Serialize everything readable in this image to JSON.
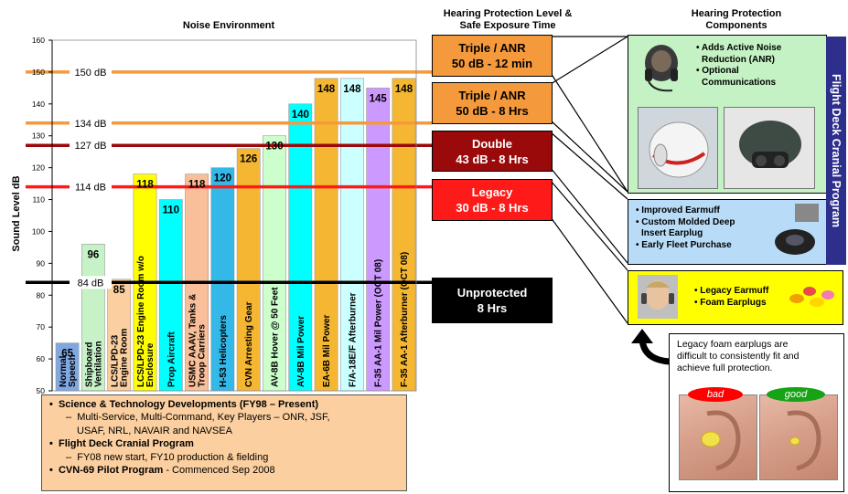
{
  "headings": {
    "noise": "Noise Environment",
    "protection_line1": "Hearing Protection Level &",
    "protection_line2": "Safe Exposure Time",
    "components_line1": "Hearing Protection",
    "components_line2": "Components"
  },
  "chart_data": {
    "type": "bar",
    "ylabel": "Sound Level dB",
    "ylim": [
      50,
      160
    ],
    "yticks": [
      50,
      60,
      70,
      80,
      90,
      100,
      110,
      120,
      130,
      140,
      150,
      160
    ],
    "grid": false,
    "bars": [
      {
        "label": [
          "Normal",
          "Speech"
        ],
        "value": 65,
        "color": "#7fa7e0"
      },
      {
        "label": [
          "Shipboard",
          "Ventilation"
        ],
        "value": 96,
        "color": "#c7f2c7"
      },
      {
        "label": [
          "LCS/LPD-23",
          "Engine Room"
        ],
        "value": 85,
        "color": "#fbcf9f"
      },
      {
        "label": [
          "LCS/LPD-23 Engine Room w/o",
          "Enclosure"
        ],
        "value": 118,
        "color": "#ffff00"
      },
      {
        "label": [
          "Prop Aircraft"
        ],
        "value": 110,
        "color": "#00ffff"
      },
      {
        "label": [
          "USMC AAAV, Tanks &",
          "Troop Carriers"
        ],
        "value": 118,
        "color": "#f8bf9a"
      },
      {
        "label": [
          "H-53 Helicopters"
        ],
        "value": 120,
        "color": "#33b8e8"
      },
      {
        "label": [
          "CVN Arresting Gear"
        ],
        "value": 126,
        "color": "#f5b731"
      },
      {
        "label": [
          "AV-8B Hover @ 50 Feet"
        ],
        "value": 130,
        "color": "#ccffcc"
      },
      {
        "label": [
          "AV-8B Mil Power"
        ],
        "value": 140,
        "color": "#00ffff"
      },
      {
        "label": [
          "EA-6B Mil Power"
        ],
        "value": 148,
        "color": "#f5b731"
      },
      {
        "label": [
          "F/A-18E/F Afterburner"
        ],
        "value": 148,
        "color": "#ccffff"
      },
      {
        "label": [
          "F-35 AA-1 Mil Power (OCT 08)"
        ],
        "value": 145,
        "color": "#cc99ff"
      },
      {
        "label": [
          "F-35 AA-1 Afterburner (OCT 08)"
        ],
        "value": 148,
        "color": "#f5b731"
      }
    ],
    "reference_lines": [
      {
        "label": "150 dB",
        "value": 150,
        "color": "#f59a3c"
      },
      {
        "label": "134 dB",
        "value": 134,
        "color": "#f59a3c"
      },
      {
        "label": "127 dB",
        "value": 127,
        "color": "#9a0a0a"
      },
      {
        "label": "114 dB",
        "value": 114,
        "color": "#ff1a1a"
      },
      {
        "label": "84 dB",
        "value": 84,
        "color": "#000000"
      }
    ]
  },
  "protection_levels": [
    {
      "line1": "Triple / ANR",
      "line2": "50 dB - 12 min",
      "color": "#f59a3c",
      "text_color": "#000000"
    },
    {
      "line1": "Triple / ANR",
      "line2": "50 dB - 8 Hrs",
      "color": "#f59a3c",
      "text_color": "#000000"
    },
    {
      "line1": "Double",
      "line2": "43 dB - 8 Hrs",
      "color": "#9a0a0a",
      "text_color": "#ffffff"
    },
    {
      "line1": "Legacy",
      "line2": "30 dB - 8 Hrs",
      "color": "#ff1a1a",
      "text_color": "#ffffff"
    },
    {
      "line1": "Unprotected",
      "line2": "8 Hrs",
      "color": "#000000",
      "text_color": "#ffffff"
    }
  ],
  "components": {
    "anr_bullets": [
      "• Adds Active Noise",
      "Reduction (ANR)",
      "• Optional",
      "Communications"
    ],
    "earmuff_bullets": [
      "• Improved Earmuff",
      "• Custom Molded Deep",
      "Insert Earplug",
      "• Early Fleet Purchase"
    ],
    "legacy_bullets": [
      "• Legacy Earmuff",
      "• Foam Earplugs"
    ],
    "side_label": "Flight Deck Cranial Program"
  },
  "earplug_note": {
    "text": [
      "Legacy foam earplugs are",
      "difficult to consistently fit and",
      "achieve full protection."
    ],
    "bad_label": "bad",
    "good_label": "good"
  },
  "notes": {
    "item1": "Science & Technology Developments (FY98 – Present)",
    "item1_sub1": "Multi-Service, Multi-Command, Key Players – ONR, JSF,",
    "item1_sub2": "USAF, NRL, NAVAIR and NAVSEA",
    "item2": "Flight Deck Cranial Program",
    "item2_sub1": "FY08 new start, FY10 production & fielding",
    "item3": "CVN-69 Pilot Program",
    "item3_rest": " - Commenced Sep 2008"
  }
}
